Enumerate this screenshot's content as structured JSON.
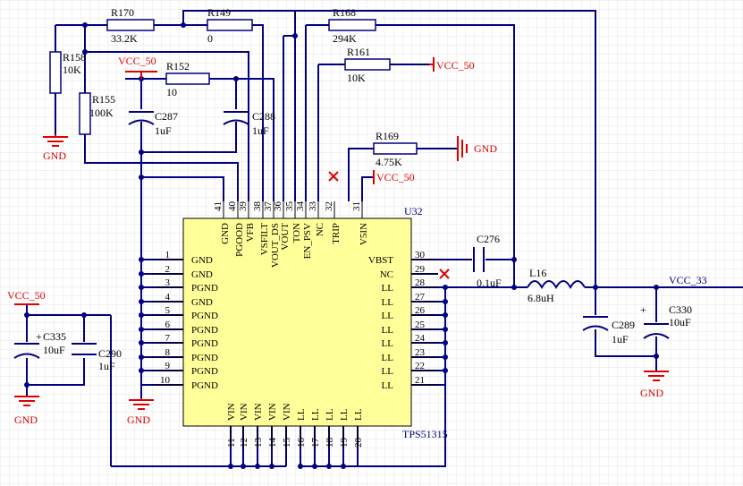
{
  "chip": {
    "designator": "U32",
    "part": "TPS51315",
    "color": "#ffff99",
    "top_pins": [
      {
        "num": "41",
        "name": "GND"
      },
      {
        "num": "40",
        "name": "PGOOD"
      },
      {
        "num": "39",
        "name": "VFB"
      },
      {
        "num": "38",
        "name": "VSFILT"
      },
      {
        "num": "37",
        "name": "VOUT_DS"
      },
      {
        "num": "36",
        "name": "VOUT"
      },
      {
        "num": "35",
        "name": "TON"
      },
      {
        "num": "34",
        "name": "EN_PSV"
      },
      {
        "num": "33",
        "name": "NC"
      },
      {
        "num": "32",
        "name": "TRIP"
      },
      {
        "num": "31",
        "name": "V5IN"
      }
    ],
    "left_pins": [
      {
        "num": "1",
        "name": "GND"
      },
      {
        "num": "2",
        "name": "GND"
      },
      {
        "num": "3",
        "name": "PGND"
      },
      {
        "num": "4",
        "name": "GND"
      },
      {
        "num": "5",
        "name": "PGND"
      },
      {
        "num": "6",
        "name": "PGND"
      },
      {
        "num": "7",
        "name": "PGND"
      },
      {
        "num": "8",
        "name": "PGND"
      },
      {
        "num": "9",
        "name": "PGND"
      },
      {
        "num": "10",
        "name": "PGND"
      }
    ],
    "right_pins": [
      {
        "num": "30",
        "name": "VBST"
      },
      {
        "num": "29",
        "name": "NC"
      },
      {
        "num": "28",
        "name": "LL"
      },
      {
        "num": "27",
        "name": "LL"
      },
      {
        "num": "26",
        "name": "LL"
      },
      {
        "num": "25",
        "name": "LL"
      },
      {
        "num": "24",
        "name": "LL"
      },
      {
        "num": "23",
        "name": "LL"
      },
      {
        "num": "22",
        "name": "LL"
      },
      {
        "num": "21",
        "name": "LL"
      }
    ],
    "bottom_pins": [
      {
        "num": "11",
        "name": "VIN"
      },
      {
        "num": "12",
        "name": "VIN"
      },
      {
        "num": "13",
        "name": "VIN"
      },
      {
        "num": "14",
        "name": "VIN"
      },
      {
        "num": "15",
        "name": "VIN"
      },
      {
        "num": "16",
        "name": "LL"
      },
      {
        "num": "17",
        "name": "LL"
      },
      {
        "num": "18",
        "name": "LL"
      },
      {
        "num": "19",
        "name": "LL"
      },
      {
        "num": "20",
        "name": "LL"
      }
    ]
  },
  "components": {
    "r170": {
      "ref": "R170",
      "value": "33.2K"
    },
    "r149": {
      "ref": "R149",
      "value": "0"
    },
    "r168": {
      "ref": "R168",
      "value": "294K"
    },
    "r161": {
      "ref": "R161",
      "value": "10K"
    },
    "r158": {
      "ref": "R158",
      "value": "10K"
    },
    "r152": {
      "ref": "R152",
      "value": "10"
    },
    "r155": {
      "ref": "R155",
      "value": "100K"
    },
    "r169": {
      "ref": "R169",
      "value": "4.75K"
    },
    "c287": {
      "ref": "C287",
      "value": "1uF"
    },
    "c288": {
      "ref": "C288",
      "value": "1uF"
    },
    "c276": {
      "ref": "C276",
      "value": "0.1uF"
    },
    "l16": {
      "ref": "L16",
      "value": "6.8uH"
    },
    "c289": {
      "ref": "C289",
      "value": "1uF"
    },
    "c330": {
      "ref": "C330",
      "value": "10uF",
      "polarity": "+"
    },
    "c335": {
      "ref": "C335",
      "value": "10uF",
      "polarity": "+"
    },
    "c290": {
      "ref": "C290",
      "value": "1uF"
    }
  },
  "nets": {
    "vcc50": "VCC_50",
    "vcc33": "VCC_33",
    "gnd": "GND"
  },
  "colors": {
    "wire": "#000080",
    "power": "#e00000",
    "grid": "#e3e3e3"
  }
}
